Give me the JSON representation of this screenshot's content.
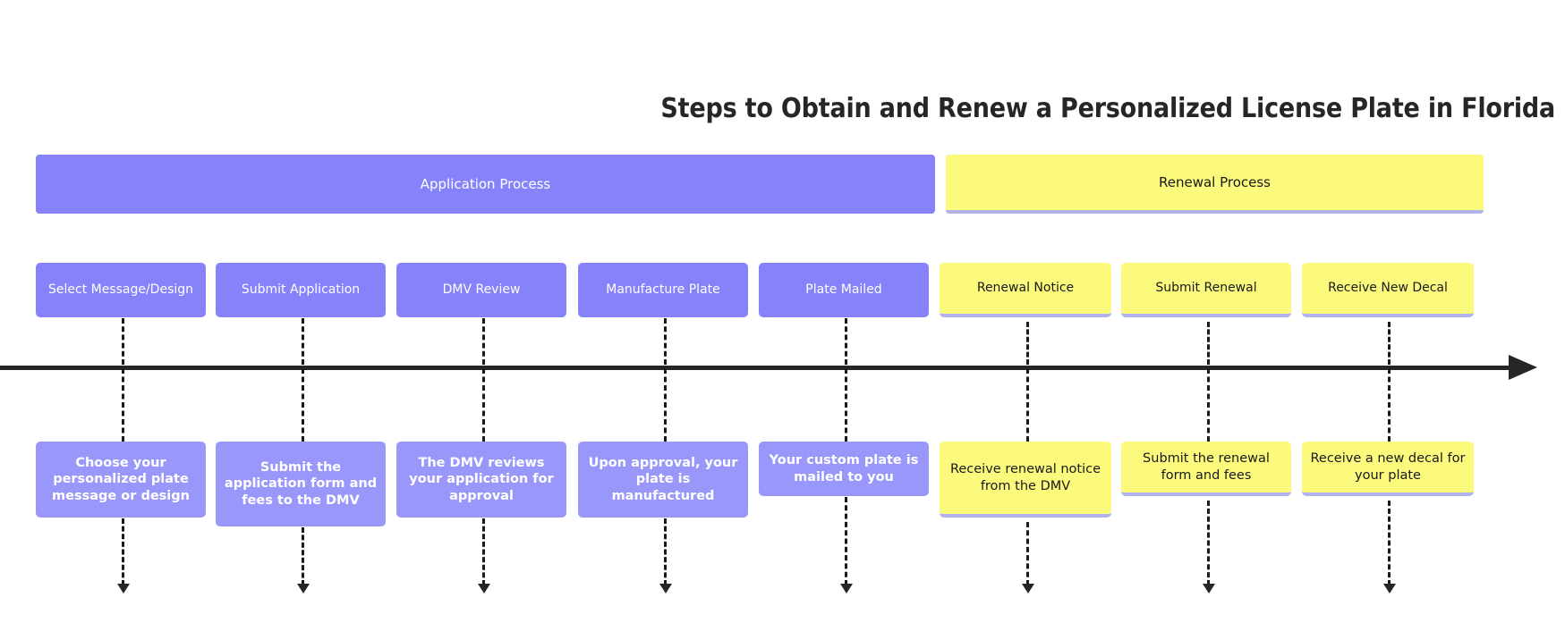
{
  "title": "Steps to Obtain and Renew a Personalized License Plate in Florida",
  "colors": {
    "application_fill": "#8582fa",
    "renewal_fill": "#fbfa7d",
    "description_purple_fill": "#9a97fb",
    "axis": "#262626",
    "renewal_underline": "#b0b3ee",
    "background": "#ffffff"
  },
  "phases": [
    {
      "label": "Application Process",
      "theme": "purple"
    },
    {
      "label": "Renewal Process",
      "theme": "yellow"
    }
  ],
  "steps": [
    {
      "title": "Select Message/Design",
      "description": "Choose your personalized plate message or design",
      "theme": "purple"
    },
    {
      "title": "Submit Application",
      "description": "Submit the application form and fees to the DMV",
      "theme": "purple"
    },
    {
      "title": "DMV Review",
      "description": "The DMV reviews your application for approval",
      "theme": "purple"
    },
    {
      "title": "Manufacture Plate",
      "description": "Upon approval, your plate is manufactured",
      "theme": "purple"
    },
    {
      "title": "Plate Mailed",
      "description": "Your custom plate is mailed to you",
      "theme": "purple"
    },
    {
      "title": "Renewal Notice",
      "description": "Receive renewal notice from the DMV",
      "theme": "yellow"
    },
    {
      "title": "Submit Renewal",
      "description": "Submit the renewal form and fees",
      "theme": "yellow"
    },
    {
      "title": "Receive New Decal",
      "description": "Receive a new decal for your plate",
      "theme": "yellow"
    }
  ]
}
